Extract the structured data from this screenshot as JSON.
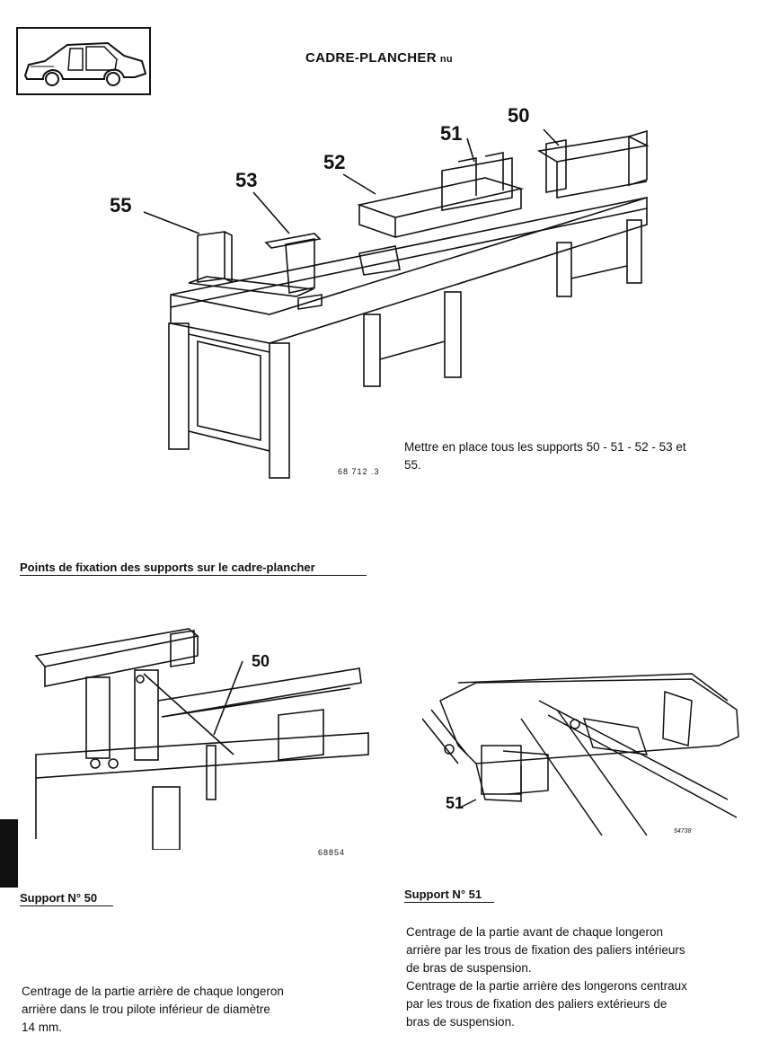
{
  "page": {
    "title": "CADRE-PLANCHER",
    "title_suffix": "nu"
  },
  "figure_top": {
    "labels": [
      "50",
      "51",
      "52",
      "53",
      "55"
    ],
    "ref": "68 712 .3",
    "caption_line1": "Mettre en place tous les supports 50 - 51 - 52 - 53 et",
    "caption_line2": "55."
  },
  "section": {
    "heading": "Points de fixation des supports sur le cadre-plancher"
  },
  "left_figure": {
    "label": "50",
    "ref": "68854"
  },
  "right_figure": {
    "label": "51",
    "ref": "54738"
  },
  "support_50": {
    "heading": "Support N° 50",
    "text_line1": "Centrage de la partie arrière de chaque longeron",
    "text_line2": "arrière dans le trou pilote inférieur de diamètre",
    "text_line3": "14 mm."
  },
  "support_51": {
    "heading": "Support N° 51",
    "p1_line1": "Centrage de la partie avant de chaque longeron",
    "p1_line2": "arrière par les trous de fixation des paliers intérieurs",
    "p1_line3": "de bras de suspension.",
    "p2_line1": "Centrage de la partie arrière des longerons centraux",
    "p2_line2": "par les trous de fixation des paliers extérieurs de",
    "p2_line3": "bras de suspension."
  }
}
